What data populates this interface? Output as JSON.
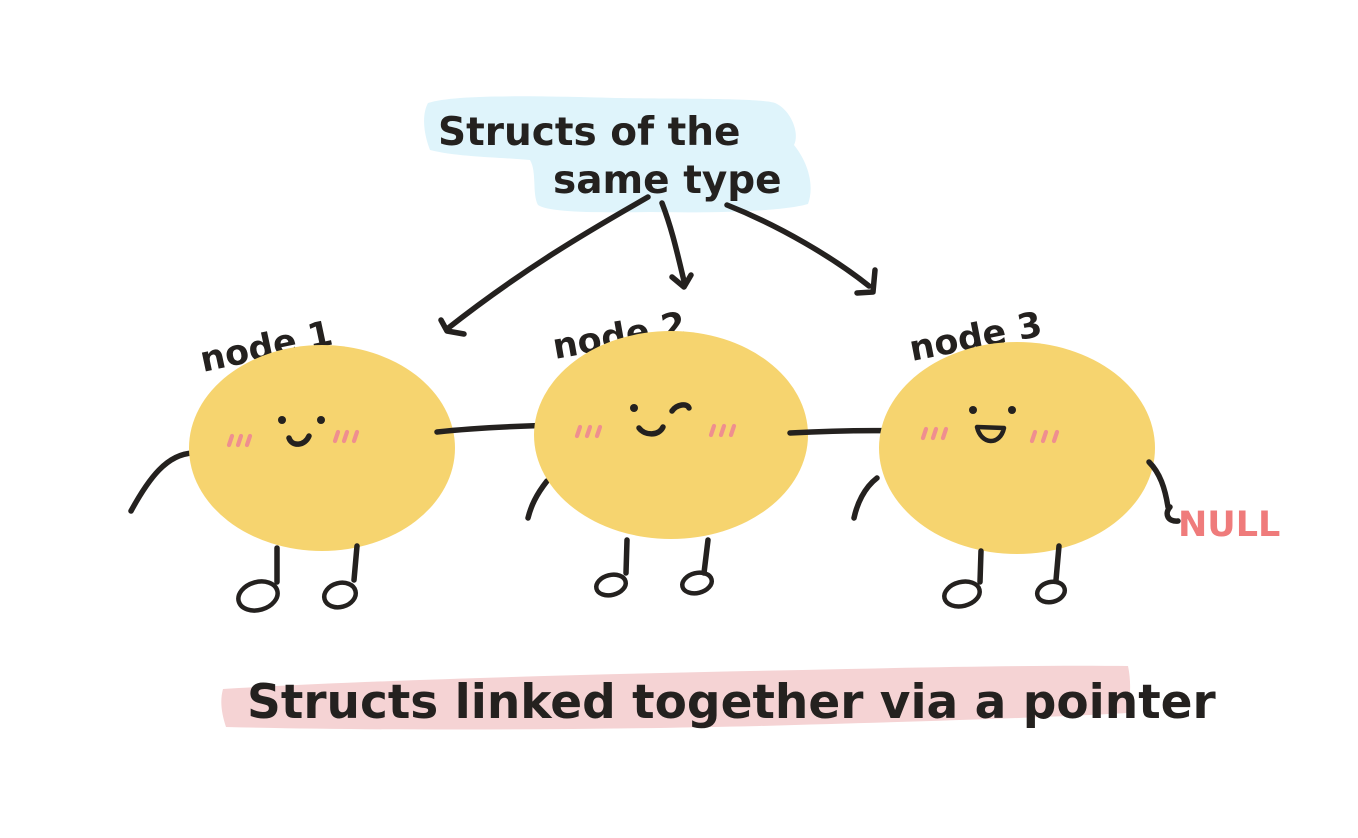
{
  "header_note": {
    "line1": "Structs of the",
    "line2": "same type",
    "highlight_color": "#dff4fb"
  },
  "nodes": [
    {
      "label": "node 1",
      "body_color": "#f6d46f"
    },
    {
      "label": "node 2",
      "body_color": "#f6d46f"
    },
    {
      "label": "node 3",
      "body_color": "#f6d46f"
    }
  ],
  "terminal": {
    "label": "NULL",
    "color": "#ef7b7b"
  },
  "caption": {
    "text": "Structs linked together via a pointer",
    "highlight_color": "#f5d3d4"
  },
  "colors": {
    "ink": "#24211f",
    "blush": "#ef8f8f",
    "background": "#ffffff"
  }
}
